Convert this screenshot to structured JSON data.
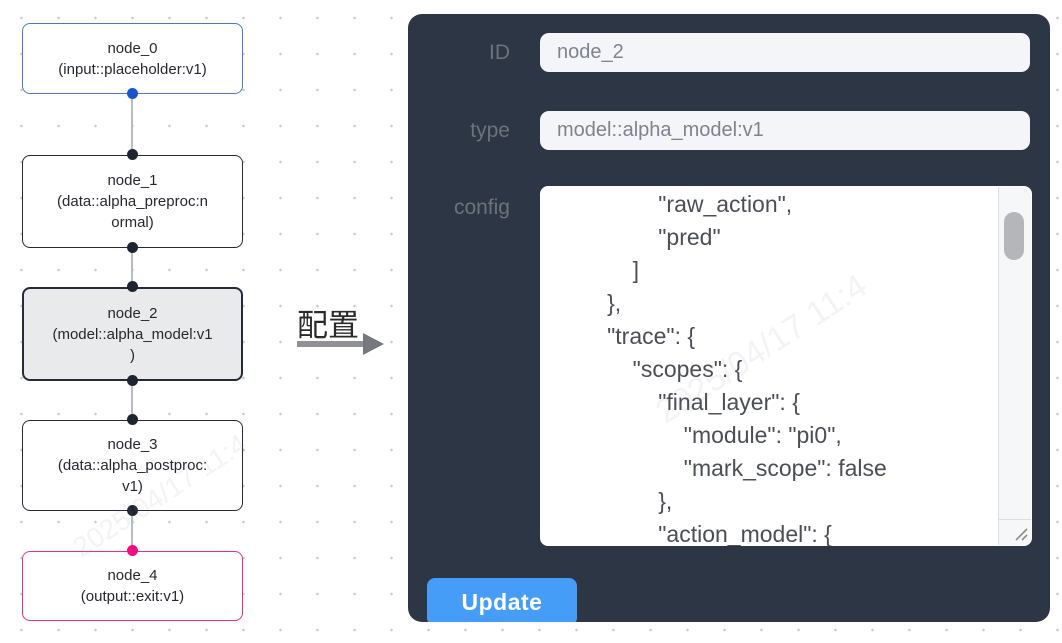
{
  "flow": {
    "nodes": [
      {
        "id": "node_0",
        "label": "node_0\n(input::placeholder:v1)",
        "border_color": "#4a78d1",
        "bg": "#ffffff",
        "handle_bottom_color": "#1b53cd"
      },
      {
        "id": "node_1",
        "label": "node_1\n(data::alpha_preproc:n\normal)",
        "border_color": "#242a37",
        "bg": "#ffffff",
        "handle_top_color": "#1e2430",
        "handle_bottom_color": "#1e2430"
      },
      {
        "id": "node_2",
        "label": "node_2\n(model::alpha_model:v1\n)",
        "border_color": "#242a37",
        "bg": "#e9eaeb",
        "selected": true,
        "handle_top_color": "#1e2430",
        "handle_bottom_color": "#1e2430"
      },
      {
        "id": "node_3",
        "label": "node_3\n(data::alpha_postproc:\nv1)",
        "border_color": "#242a37",
        "bg": "#ffffff",
        "handle_top_color": "#1e2430",
        "handle_bottom_color": "#1e2430"
      },
      {
        "id": "node_4",
        "label": "node_4\n(output::exit:v1)",
        "border_color": "#ee2d80",
        "bg": "#ffffff",
        "handle_top_color": "#f00f7e"
      }
    ],
    "edge_color": "#babbc2",
    "grid_dot_color": "#c8c9cd"
  },
  "connector": {
    "label": "配置",
    "arrow_color": "#8f9196"
  },
  "panel": {
    "bg_color": "#2c3645",
    "id_label": "ID",
    "id_value": "node_2",
    "type_label": "type",
    "type_value": "model::alpha_model:v1",
    "config_label": "config",
    "config_value": "                \"raw_action\",\n                \"pred\"\n            ]\n        },\n        \"trace\": {\n            \"scopes\": {\n                \"final_layer\": {\n                    \"module\": \"pi0\",\n                    \"mark_scope\": false\n                },\n                \"action_model\": {",
    "update_label": "Update",
    "update_color": "#459df7",
    "input_bg": "#f3f5f8"
  },
  "watermark": {
    "text": "2025/04/17 11:4"
  }
}
